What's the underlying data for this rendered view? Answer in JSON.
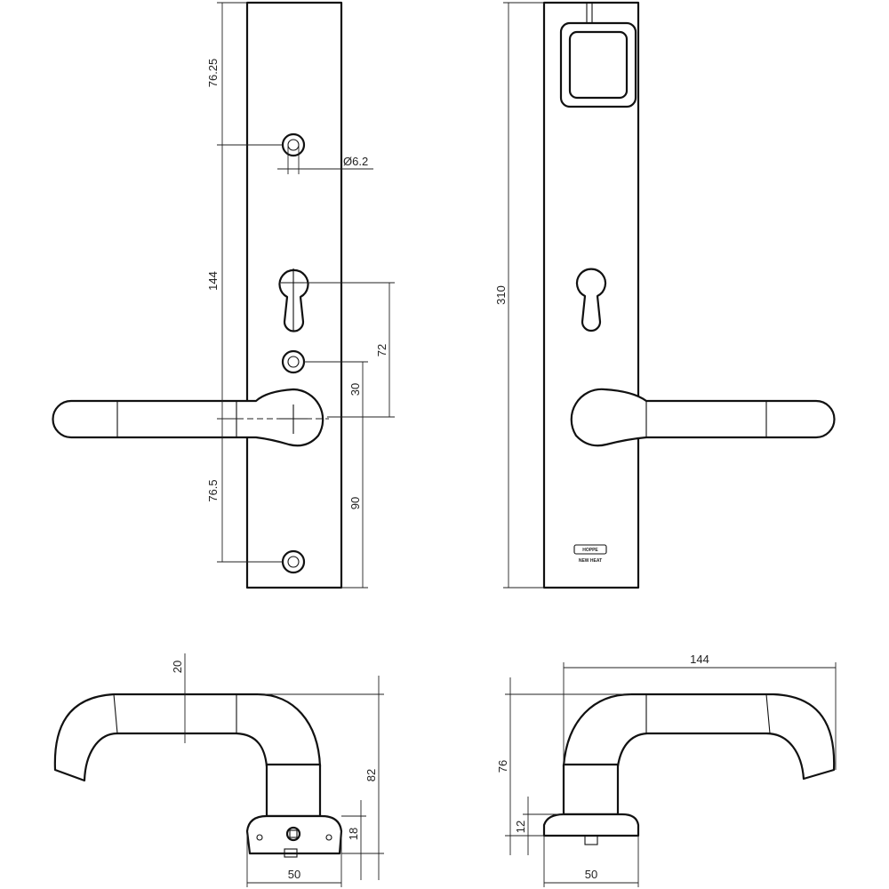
{
  "dimensions": {
    "top_hole_offset": "76.25",
    "hole_diameter": "Ø6.2",
    "hole_spacing": "144",
    "cylinder_to_spindle": "72",
    "screw_to_spindle": "30",
    "spindle_to_bottom_hole": "76.5",
    "spindle_to_bottom_edge": "90",
    "plate_height": "310",
    "handle_thickness": "20",
    "handle_height": "82",
    "rose_height": "18",
    "plate_width_left": "50",
    "handle_length": "144",
    "handle_height_right": "76",
    "base_height": "12",
    "plate_width_right": "50"
  },
  "logo": {
    "mark": "HOPPE",
    "caption": "NEW HEAT"
  }
}
